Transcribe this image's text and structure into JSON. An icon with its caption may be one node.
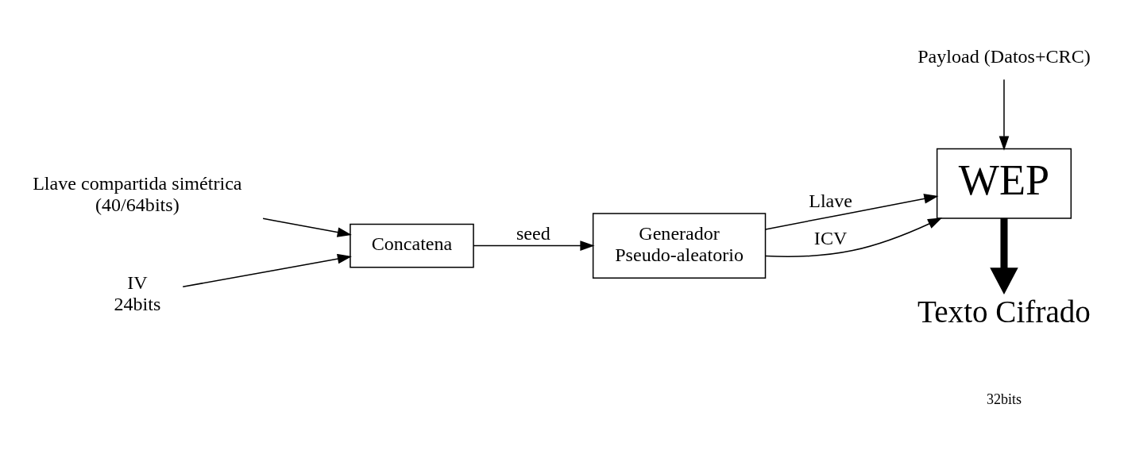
{
  "diagram": {
    "nodes": [
      {
        "text": [
          "Llave compartida simétrica (40/64bits)"
        ]
      },
      {
        "text": [
          "IV 24bits"
        ]
      },
      {
        "text": [
          "Concatena"
        ]
      },
      {
        "text": [
          "Generador Pseudo-aleatorio"
        ]
      },
      {
        "text": [
          "WEP"
        ]
      },
      {
        "text": [
          "Payload (Datos+CRC)"
        ]
      },
      {
        "text": [
          "Texto Cifrado"
        ]
      }
    ],
    "edges": [
      {
        "from": 0,
        "to": 2,
        "arrow": "to"
      },
      {
        "from": 1,
        "to": 2,
        "arrow": "to"
      },
      {
        "from": 2,
        "to": 3,
        "arrow": "to",
        "label": "seed"
      },
      {
        "from": 3,
        "to": 4,
        "arrow": "to",
        "label": "Llave"
      },
      {
        "from": 3,
        "to": 4,
        "arrow": "to",
        "label": "ICV"
      },
      {
        "from": 5,
        "to": 4,
        "arrow": "to"
      },
      {
        "from": 4,
        "to": 6,
        "arrow": "to",
        "style": "thick"
      }
    ],
    "labels": [
      "32bits"
    ]
  }
}
